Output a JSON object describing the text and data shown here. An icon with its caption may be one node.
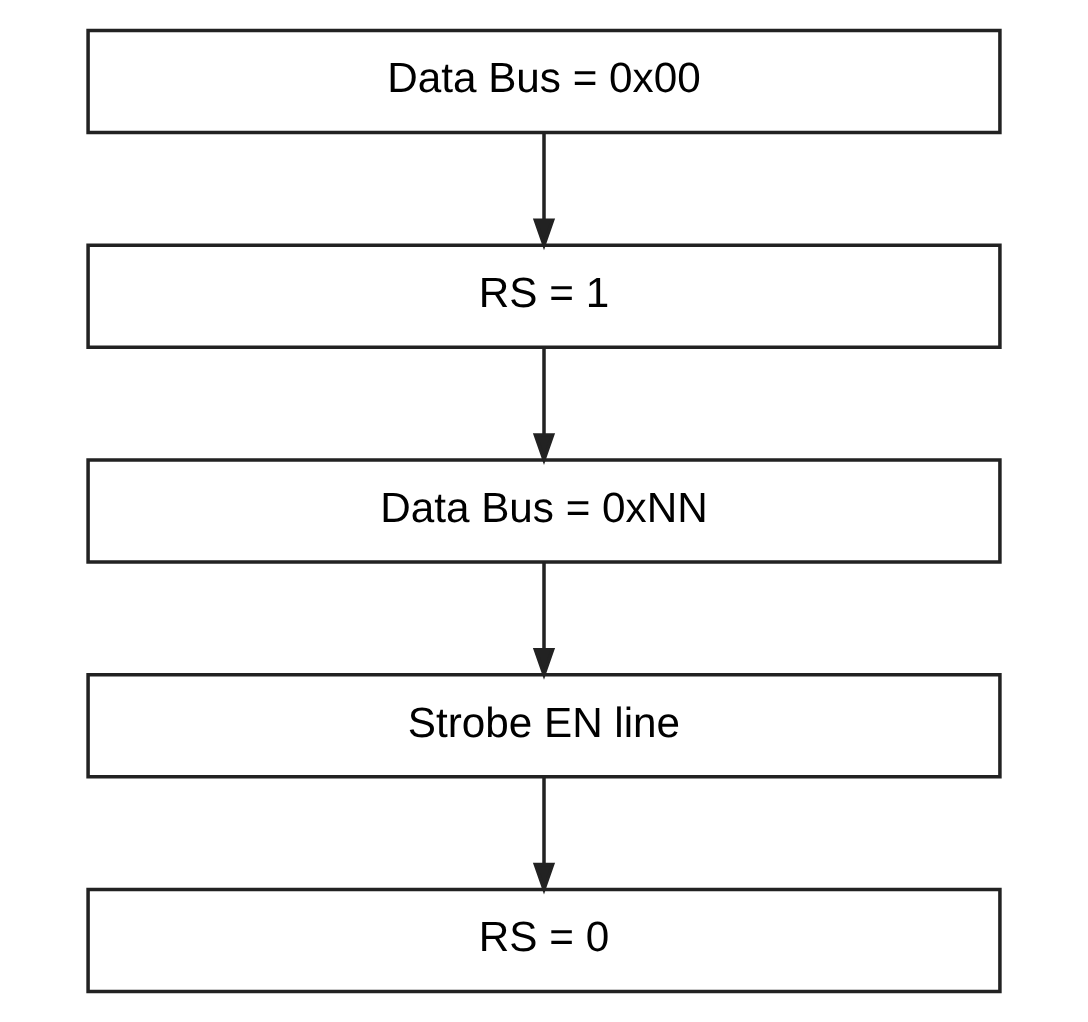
{
  "diagram": {
    "nodes": [
      {
        "text": [
          "Data Bus = 0x00"
        ]
      },
      {
        "text": [
          "RS = 1"
        ]
      },
      {
        "text": [
          "Data Bus = 0xNN"
        ]
      },
      {
        "text": [
          "Strobe EN line"
        ]
      },
      {
        "text": [
          "RS = 0"
        ]
      }
    ],
    "edges": [
      {
        "from": 0,
        "to": 1,
        "arrow": "to"
      },
      {
        "from": 1,
        "to": 2,
        "arrow": "to"
      },
      {
        "from": 2,
        "to": 3,
        "arrow": "to"
      },
      {
        "from": 3,
        "to": 4,
        "arrow": "to"
      }
    ]
  }
}
